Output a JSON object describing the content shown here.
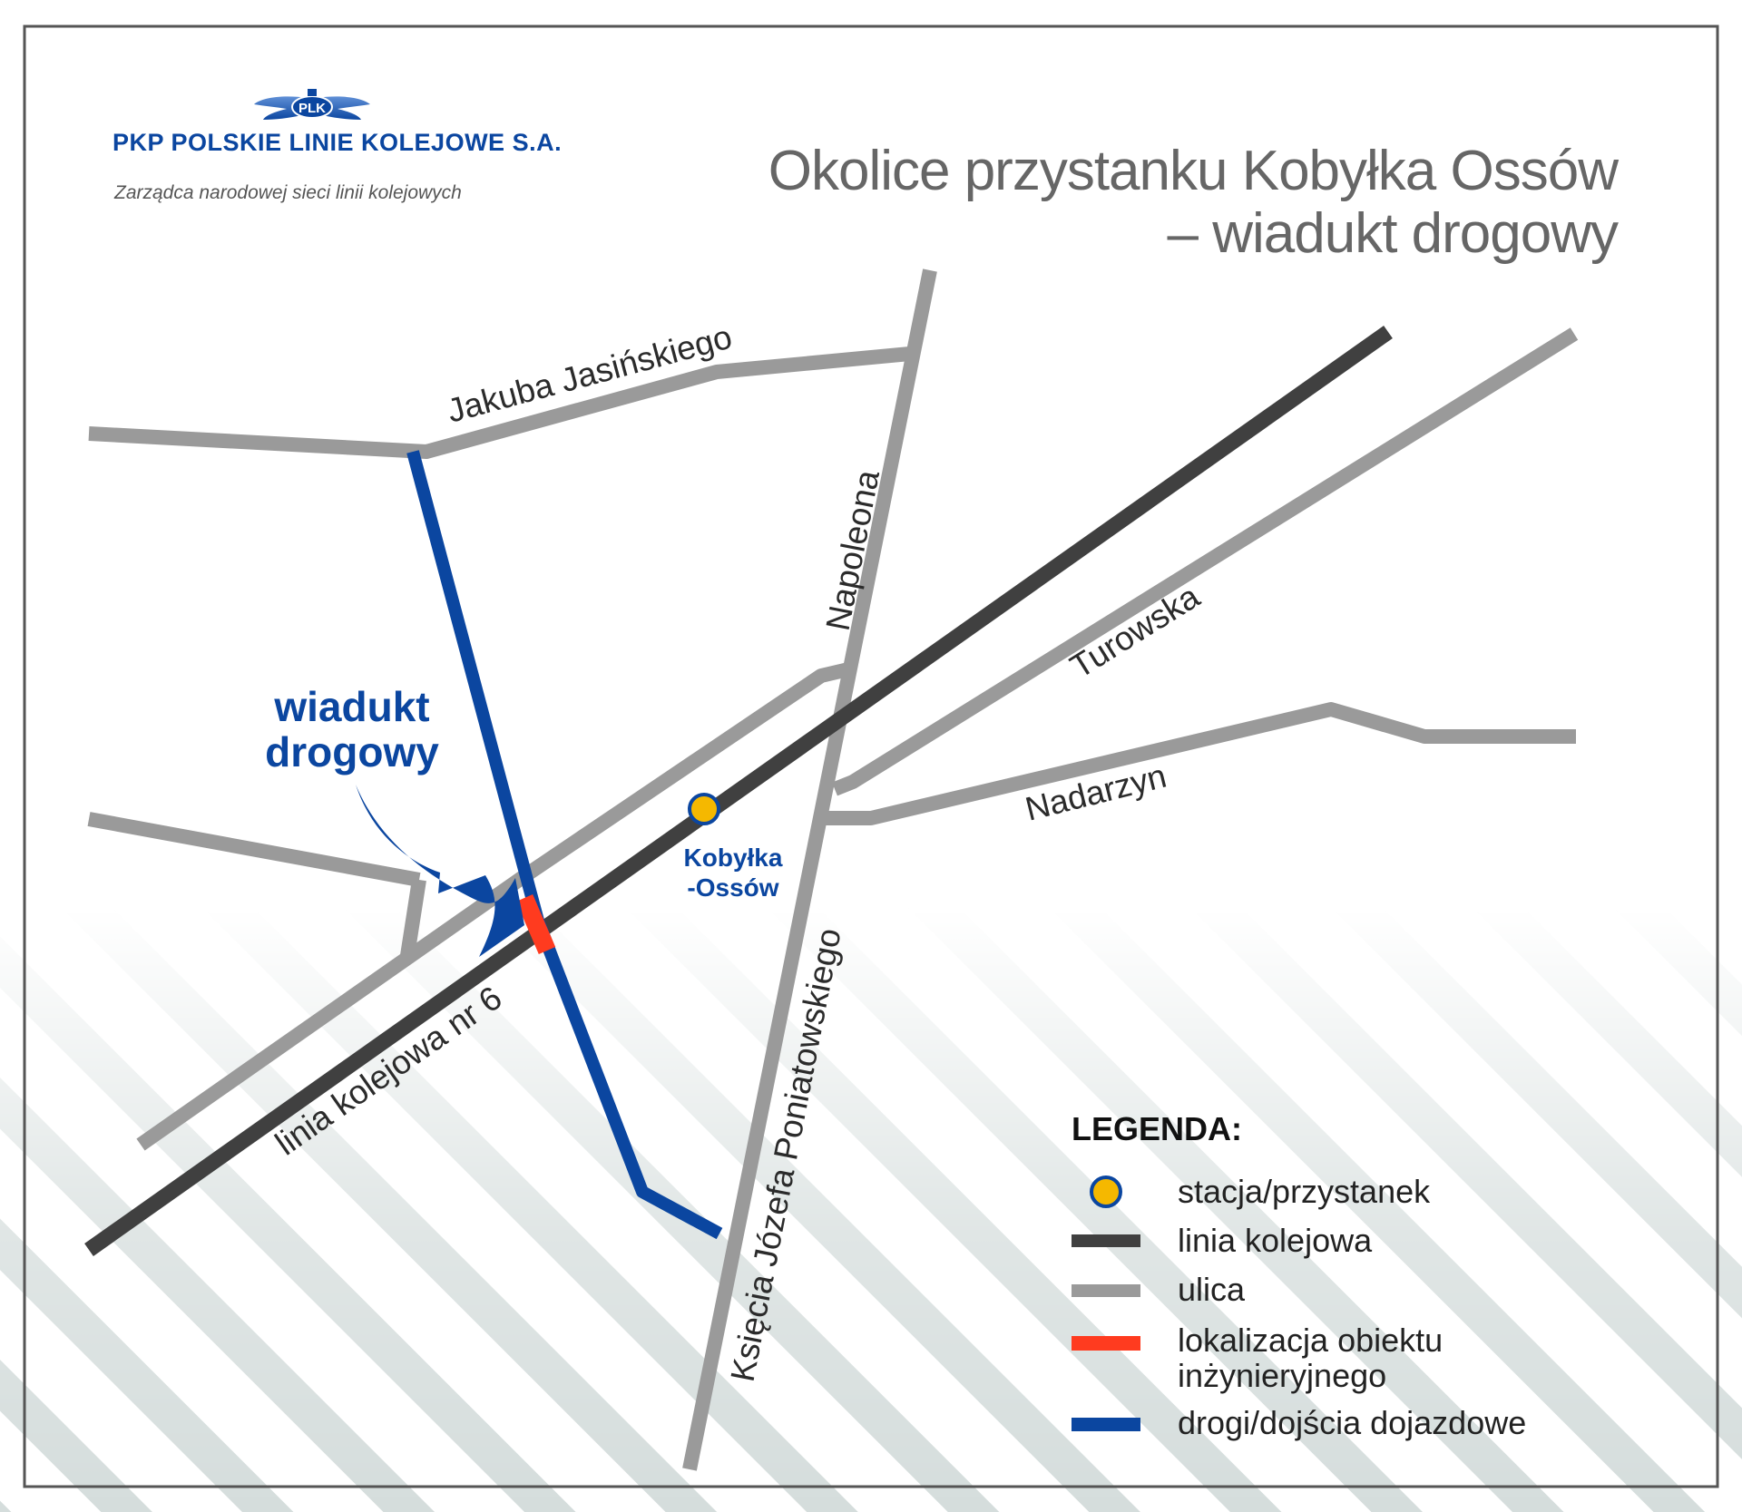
{
  "header": {
    "logo_emblem_text": "PLK",
    "company_name": "PKP POLSKIE LINIE KOLEJOWE S.A.",
    "company_tagline": "Zarządca narodowej sieci linii kolejowych",
    "title_line1": "Okolice przystanku Kobyłka Ossów",
    "title_line2": "– wiadukt drogowy"
  },
  "map": {
    "streets": {
      "jasinskiego": "Jakuba Jasińskiego",
      "napoleona": "Napoleona",
      "turowska": "Turowska",
      "nadarzyn": "Nadarzyn",
      "poniatowskiego": "Księcia Józefa Poniatowskiego"
    },
    "railway_label": "linia kolejowa nr 6",
    "station": {
      "line1": "Kobyłka",
      "line2": "-Ossów"
    },
    "callout": {
      "line1": "wiadukt",
      "line2": "drogowy"
    }
  },
  "legend": {
    "title": "LEGENDA:",
    "items": [
      {
        "label": "stacja/przystanek"
      },
      {
        "label": "linia kolejowa"
      },
      {
        "label": "ulica"
      },
      {
        "label_line1": "lokalizacja obiektu",
        "label_line2": "inżynieryjnego"
      },
      {
        "label": "drogi/dojścia dojazdowe"
      }
    ]
  },
  "colors": {
    "railway": "#404040",
    "street": "#9a9a9a",
    "access_road": "#0b46a0",
    "engineering_object": "#ff3b1f",
    "station_fill": "#f5b800",
    "station_ring": "#0b46a0",
    "frame": "#555555",
    "stripes": "#d5dddc"
  }
}
